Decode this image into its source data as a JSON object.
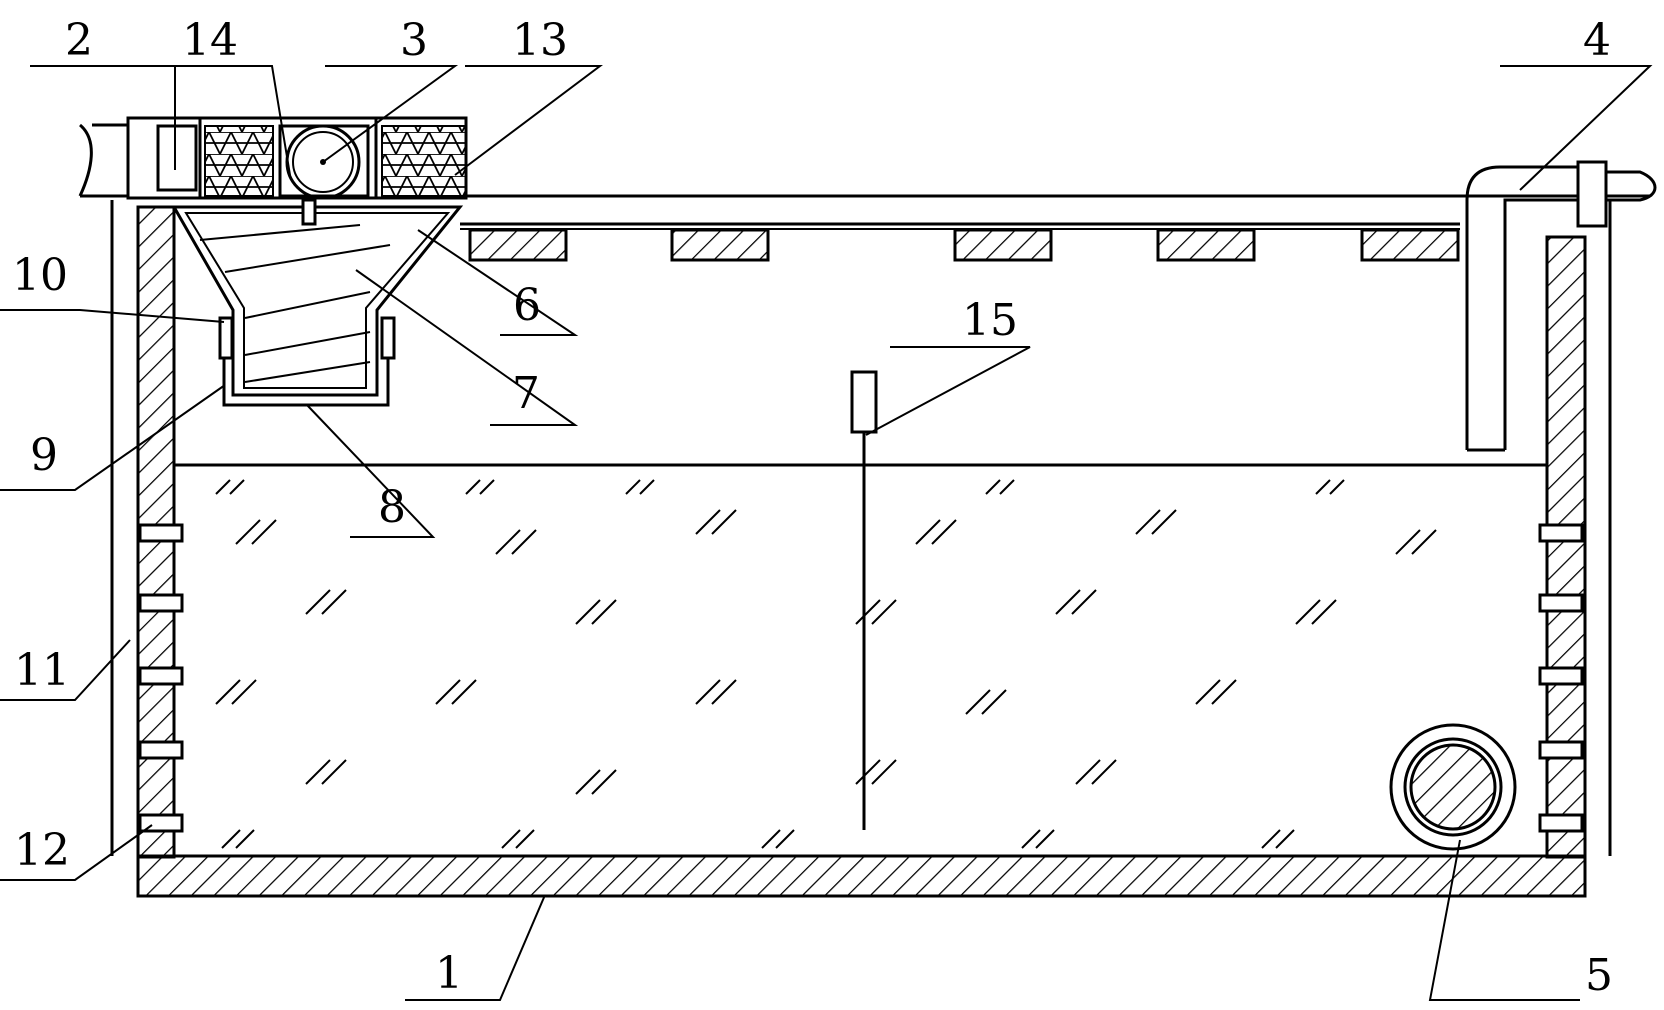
{
  "callouts": [
    {
      "id": "label-1",
      "text": "1"
    },
    {
      "id": "label-2",
      "text": "2"
    },
    {
      "id": "label-3",
      "text": "3"
    },
    {
      "id": "label-4",
      "text": "4"
    },
    {
      "id": "label-5",
      "text": "5"
    },
    {
      "id": "label-6",
      "text": "6"
    },
    {
      "id": "label-7",
      "text": "7"
    },
    {
      "id": "label-8",
      "text": "8"
    },
    {
      "id": "label-9",
      "text": "9"
    },
    {
      "id": "label-10",
      "text": "10"
    },
    {
      "id": "label-11",
      "text": "11"
    },
    {
      "id": "label-12",
      "text": "12"
    },
    {
      "id": "label-13",
      "text": "13"
    },
    {
      "id": "label-14",
      "text": "14"
    },
    {
      "id": "label-15",
      "text": "15"
    }
  ]
}
